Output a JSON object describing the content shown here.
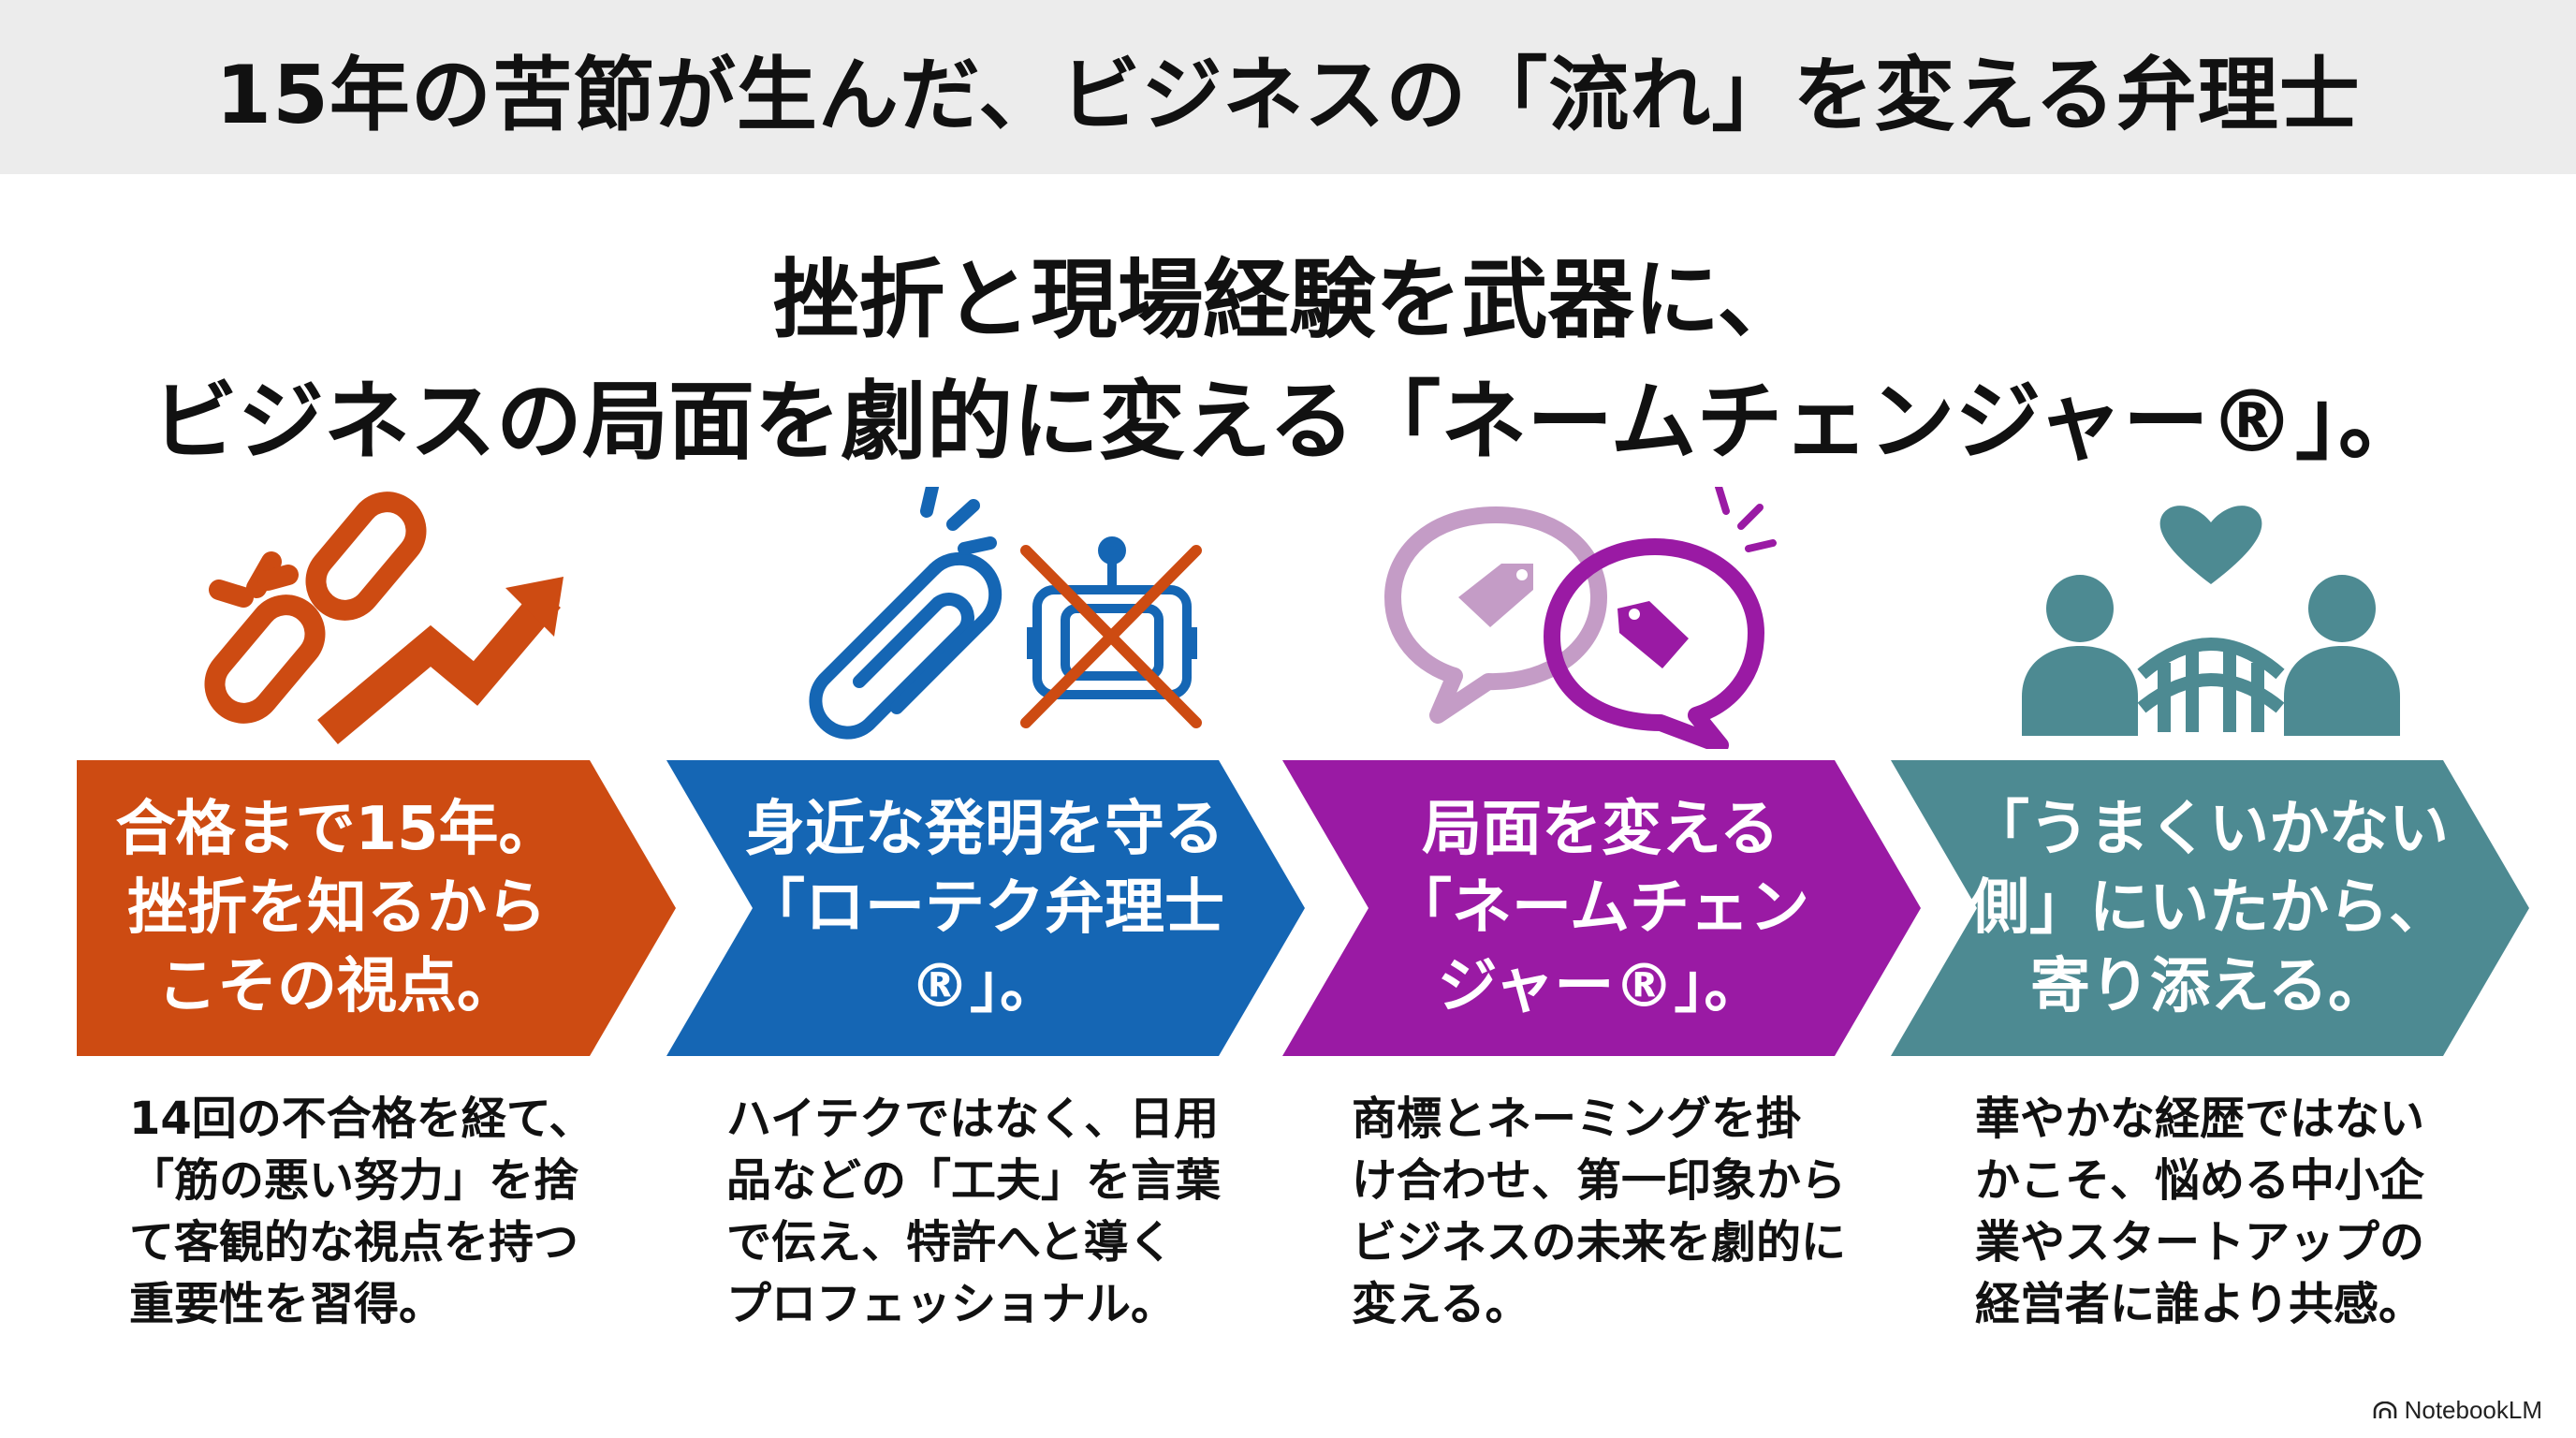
{
  "header": {
    "title": "15年の苦節が生んだ、ビジネスの「流れ」を変える弁理士"
  },
  "headline": {
    "line1": "挫折と現場経験を武器に、",
    "line2": "ビジネスの局面を劇的に変える「ネームチェンジャー®」。"
  },
  "colors": {
    "orange": "#cd4b12",
    "blue": "#1566b4",
    "purple": "#9a1aa4",
    "teal": "#4d8a92",
    "header_bg": "#ececec"
  },
  "steps": [
    {
      "icon": "broken-chain-rising-arrow-icon",
      "title_lines": [
        "合格まで15年。",
        "挫折を知るから",
        "こその視点。"
      ],
      "desc_lines": [
        "14回の不合格を経て、",
        "「筋の悪い努力」を捨",
        "て客観的な視点を持つ",
        "重要性を習得。"
      ]
    },
    {
      "icon": "paperclip-crossed-robot-icon",
      "title_lines": [
        "身近な発明を守る",
        "「ローテク弁理士",
        "®」。"
      ],
      "desc_lines": [
        "ハイテクではなく、日用",
        "品などの「工夫」を言葉",
        "で伝え、特許へと導く",
        "プロフェッショナル。"
      ]
    },
    {
      "icon": "speech-bubbles-tags-icon",
      "title_lines": [
        "局面を変える",
        "「ネームチェン",
        "ジャー®」。"
      ],
      "desc_lines": [
        "商標とネーミングを掛",
        "け合わせ、第一印象から",
        "ビジネスの未来を劇的に",
        "変える。"
      ]
    },
    {
      "icon": "people-bridge-heart-icon",
      "title_lines": [
        "「うまくいかない",
        "側」にいたから、",
        "寄り添える。"
      ],
      "desc_lines": [
        "華やかな経歴ではない",
        "かこそ、悩める中小企",
        "業やスタートアップの",
        "経営者に誰より共感。"
      ]
    }
  ],
  "brand": {
    "label": "NotebookLM"
  }
}
